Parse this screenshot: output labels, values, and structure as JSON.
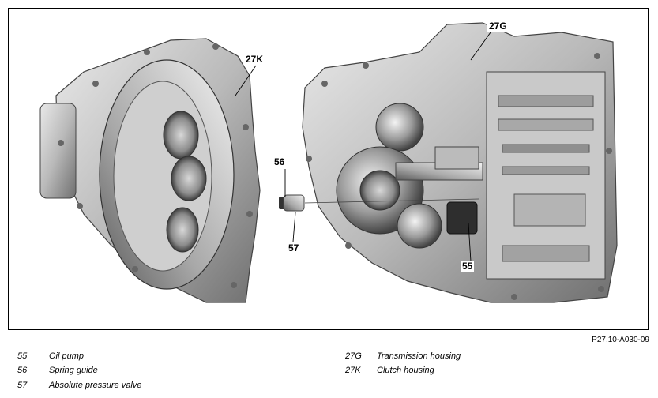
{
  "figure": {
    "reference": "P27.10-A030-09",
    "callouts": {
      "c27K": "27K",
      "c27G": "27G",
      "c56": "56",
      "c57": "57",
      "c55": "55"
    }
  },
  "legend": {
    "left": [
      {
        "num": "55",
        "text": "Oil pump"
      },
      {
        "num": "56",
        "text": "Spring guide"
      },
      {
        "num": "57",
        "text": "Absolute pressure valve"
      }
    ],
    "right": [
      {
        "num": "27G",
        "text": "Transmission housing"
      },
      {
        "num": "27K",
        "text": "Clutch housing"
      }
    ]
  }
}
